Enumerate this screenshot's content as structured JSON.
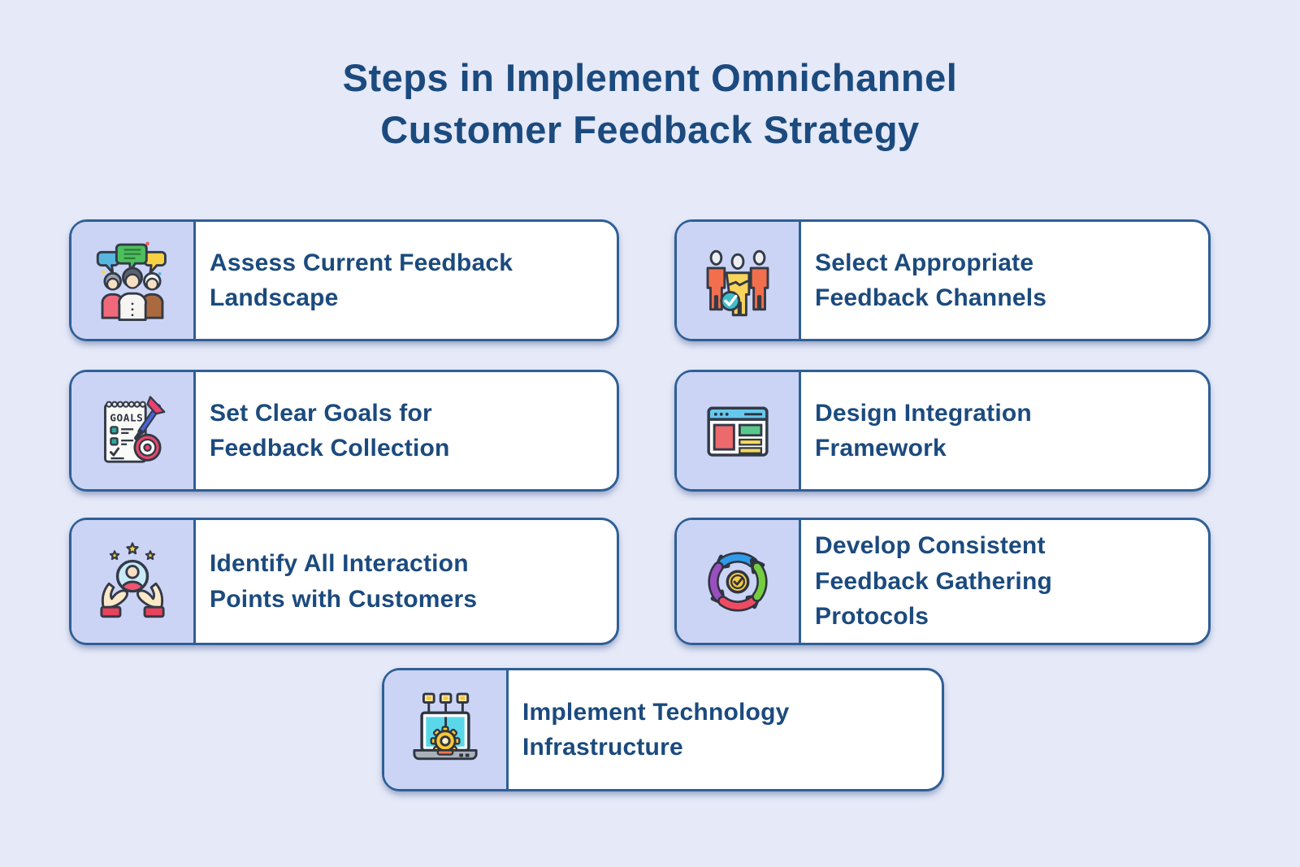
{
  "title": {
    "text": "Steps in Implement Omnichannel\nCustomer Feedback Strategy"
  },
  "colors": {
    "bg": "#e5e9f8",
    "panel": "#cbd4f5",
    "border": "#2f5f96",
    "text": "#1b4a7e"
  },
  "cards": [
    {
      "label": "Assess Current Feedback\nLandscape",
      "icon": "people-chat-icon"
    },
    {
      "label": "Select Appropriate\nFeedback Channels",
      "icon": "team-check-icon"
    },
    {
      "label": "Set Clear Goals for\nFeedback Collection",
      "icon": "goals-notepad-icon"
    },
    {
      "label": "Design Integration\nFramework",
      "icon": "browser-layout-icon"
    },
    {
      "label": "Identify All Interaction\nPoints with Customers",
      "icon": "hands-customer-icon"
    },
    {
      "label": "Develop Consistent\nFeedback Gathering\nProtocols",
      "icon": "cycle-arrows-icon"
    },
    {
      "label": "Implement Technology\nInfrastructure",
      "icon": "laptop-gear-icon"
    }
  ]
}
